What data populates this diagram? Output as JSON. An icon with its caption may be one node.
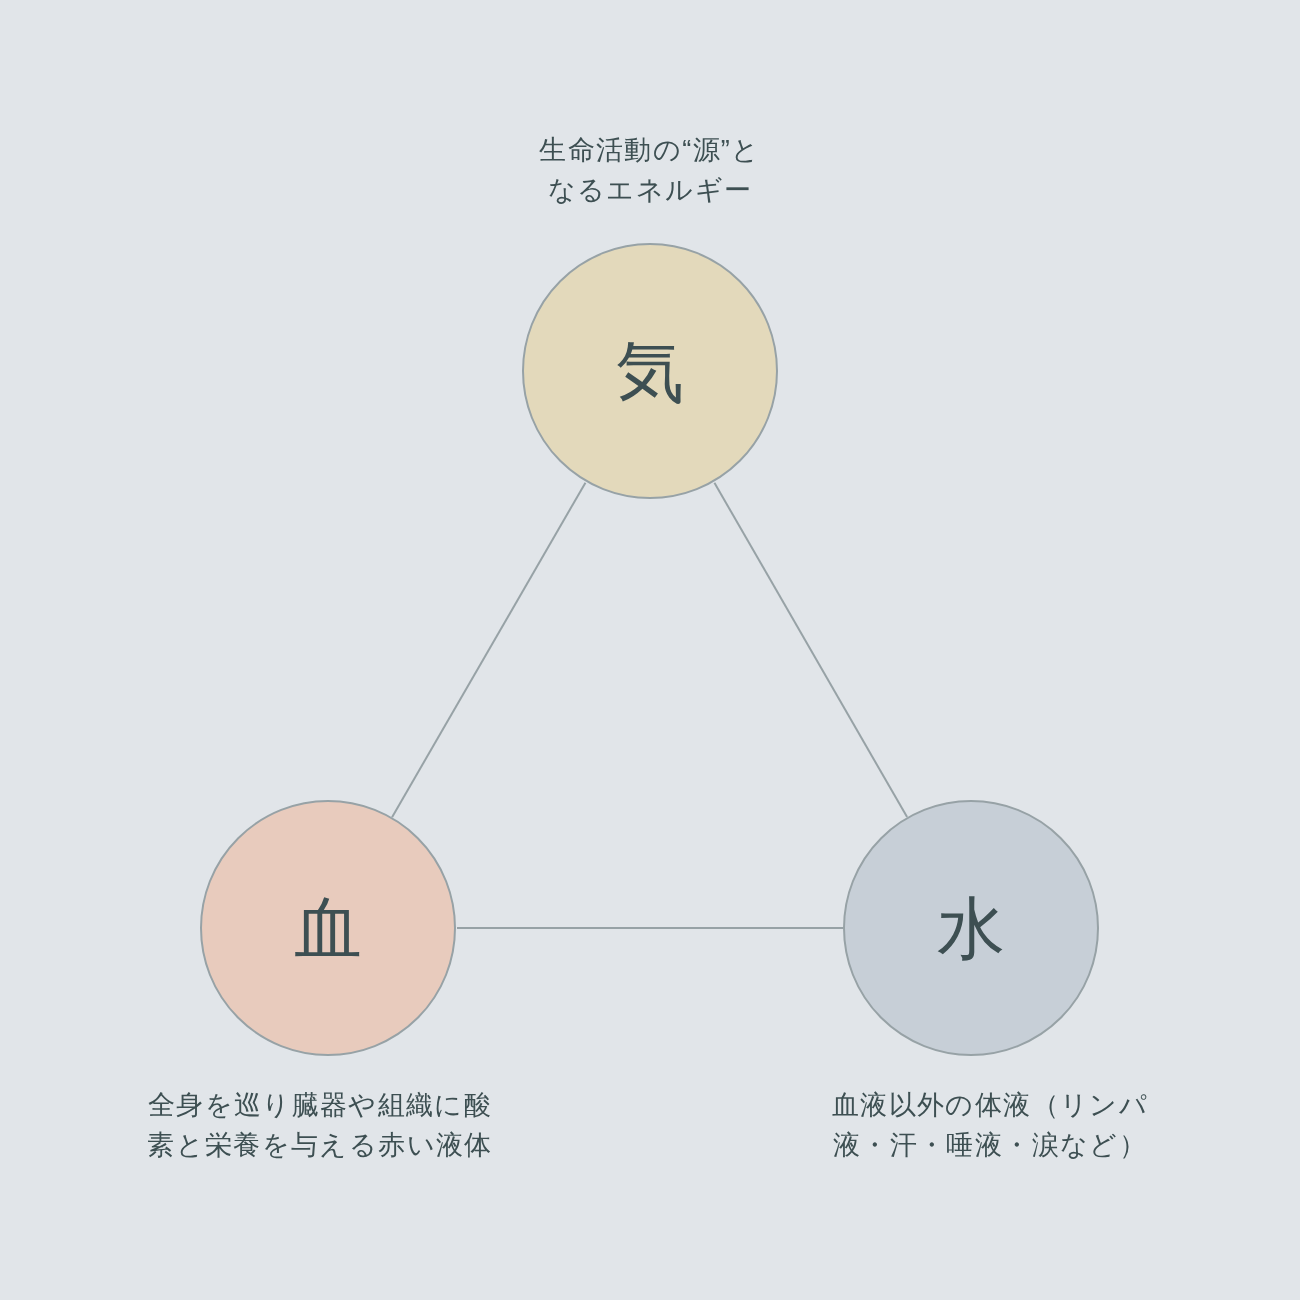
{
  "diagram": {
    "nodes": [
      {
        "text": [
          "気"
        ],
        "beside": [
          "生命活動の“源”となるエネルギー"
        ]
      },
      {
        "text": [
          "血"
        ],
        "beside": [
          "全身を巡り臓器や組織に酸素と栄養を与える赤い液体"
        ]
      },
      {
        "text": [
          "水"
        ],
        "beside": [
          "血液以外の体液（リンパ液・汗・唾液・涙など）"
        ]
      }
    ],
    "edges": [
      {
        "from": 0,
        "to": 1,
        "arrow": "none"
      },
      {
        "from": 0,
        "to": 2,
        "arrow": "none"
      },
      {
        "from": 1,
        "to": 2,
        "arrow": "none"
      }
    ]
  }
}
